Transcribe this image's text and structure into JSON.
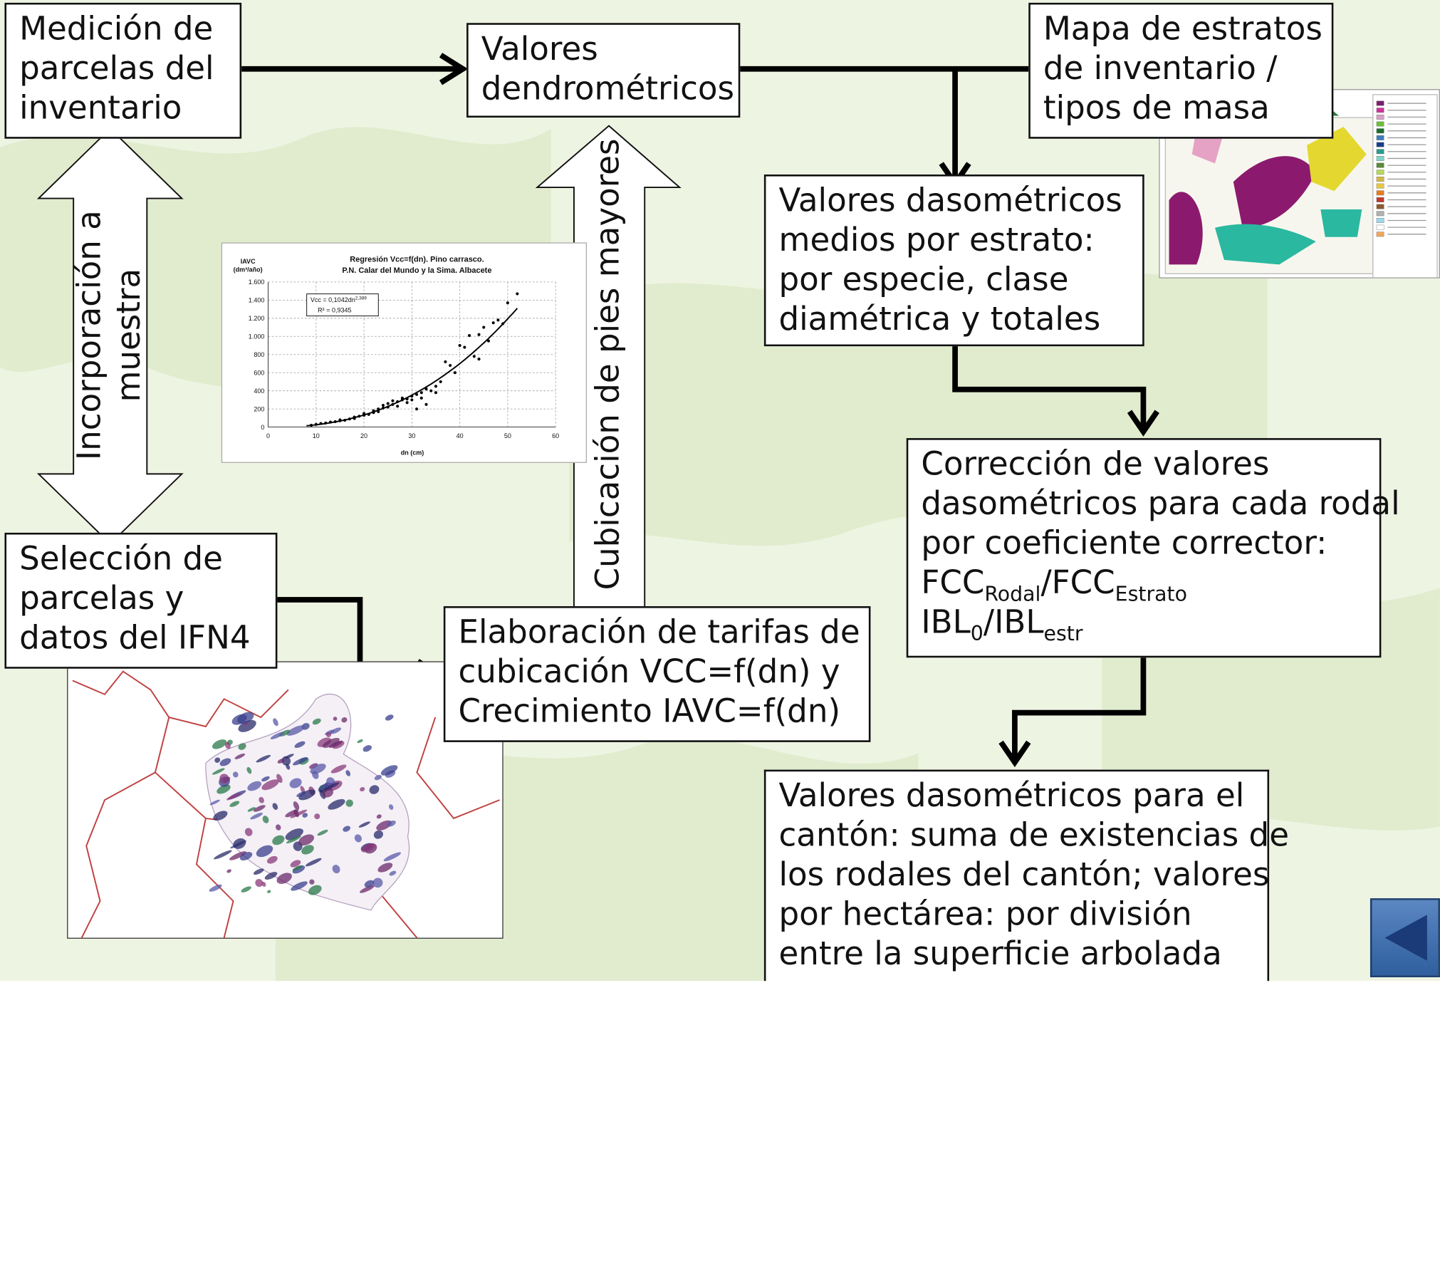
{
  "boxes": {
    "medicion": [
      "Medición de",
      "parcelas del",
      "inventario"
    ],
    "valores_dendro": [
      "Valores",
      "dendrométricos"
    ],
    "mapa_estratos": [
      "Mapa de estratos",
      "de inventario /",
      "tipos de masa"
    ],
    "valores_dasometricos_medios": [
      "Valores dasométricos",
      "medios por estrato:",
      "por especie,  clase",
      "diamétrica  y totales"
    ],
    "correccion": {
      "lines": [
        "Corrección de valores",
        "dasométricos para cada rodal",
        "por coeficiente corrector:"
      ],
      "fcc_a": "FCC",
      "fcc_a_sub": "Rodal",
      "sep1": "/",
      "fcc_b": "FCC",
      "fcc_b_sub": "Estrato",
      "ibl_a": "IBL",
      "ibl_a_sub": "0",
      "sep2": "/",
      "ibl_b": "IBL",
      "ibl_b_sub": "estr"
    },
    "seleccion": [
      "Selección de",
      "parcelas y",
      "datos del IFN4"
    ],
    "elaboracion": [
      "Elaboración de tarifas de",
      "cubicación VCC=f(dn) y",
      "Crecimiento IAVC=f(dn)"
    ],
    "valores_canton": [
      "Valores dasométricos para el",
      "cantón: suma de existencias de",
      "los rodales del cantón; valores",
      "por hectárea: por división",
      "entre la superficie arbolada"
    ]
  },
  "arrow_labels": {
    "incorporacion": [
      "Incorporación a",
      "muestra"
    ],
    "cubicacion": "Cubicación de pies mayores"
  },
  "chart_data": {
    "type": "scatter",
    "title": "Regresión Vcc=f(dn). Pino carrasco.",
    "subtitle": "P.N. Calar del Mundo  y la Sima. Albacete",
    "ylabel": "IAVC",
    "ylabel_unit": "(dm³/año)",
    "xlabel": "dn (cm)",
    "equation": "Vcc = 0,1042dn",
    "equation_exp": "2,389",
    "r2": "R² = 0,9345",
    "xlim": [
      0,
      60
    ],
    "ylim": [
      0,
      1600
    ],
    "x_ticks": [
      "0",
      "10",
      "20",
      "30",
      "40",
      "50",
      "60"
    ],
    "y_ticks": [
      "0",
      "200",
      "400",
      "600",
      "800",
      "1.000",
      "1.200",
      "1.400",
      "1.600"
    ],
    "grid": true,
    "trend_x": [
      8,
      10,
      15,
      20,
      25,
      30,
      35,
      40,
      45,
      50,
      52
    ],
    "points": [
      [
        9,
        20
      ],
      [
        10,
        30
      ],
      [
        11,
        40
      ],
      [
        12,
        45
      ],
      [
        13,
        55
      ],
      [
        14,
        60
      ],
      [
        15,
        70
      ],
      [
        15,
        80
      ],
      [
        16,
        75
      ],
      [
        17,
        90
      ],
      [
        18,
        110
      ],
      [
        18,
        95
      ],
      [
        19,
        120
      ],
      [
        20,
        130
      ],
      [
        20,
        150
      ],
      [
        21,
        140
      ],
      [
        22,
        180
      ],
      [
        22,
        160
      ],
      [
        23,
        200
      ],
      [
        23,
        170
      ],
      [
        24,
        210
      ],
      [
        24,
        240
      ],
      [
        25,
        220
      ],
      [
        25,
        260
      ],
      [
        26,
        250
      ],
      [
        26,
        290
      ],
      [
        27,
        280
      ],
      [
        27,
        230
      ],
      [
        28,
        300
      ],
      [
        28,
        320
      ],
      [
        29,
        310
      ],
      [
        29,
        270
      ],
      [
        30,
        340
      ],
      [
        30,
        300
      ],
      [
        31,
        360
      ],
      [
        31,
        200
      ],
      [
        32,
        380
      ],
      [
        32,
        320
      ],
      [
        33,
        250
      ],
      [
        33,
        420
      ],
      [
        34,
        400
      ],
      [
        35,
        450
      ],
      [
        35,
        380
      ],
      [
        36,
        500
      ],
      [
        37,
        720
      ],
      [
        38,
        680
      ],
      [
        39,
        600
      ],
      [
        40,
        900
      ],
      [
        41,
        880
      ],
      [
        42,
        1010
      ],
      [
        43,
        780
      ],
      [
        44,
        1020
      ],
      [
        45,
        1100
      ],
      [
        46,
        950
      ],
      [
        47,
        1150
      ],
      [
        48,
        1180
      ],
      [
        49,
        1140
      ],
      [
        44,
        750
      ],
      [
        50,
        1370
      ],
      [
        52,
        1470
      ]
    ]
  },
  "map_legend_items": [
    "#7a1f6e",
    "#cc3399",
    "#d8a0c8",
    "#6dbf3a",
    "#1e6b2e",
    "#3f7fbf",
    "#1a3f8c",
    "#2a9d8f",
    "#7fd6c8",
    "#5a8a3a",
    "#b7d957",
    "#d4b64a",
    "#e8c840",
    "#e67e22",
    "#c0392b",
    "#8e5a2b",
    "#b0b0b0",
    "#a0d8ef",
    "#ffffff",
    "#f2a65a"
  ],
  "nav": {
    "icon": "back-triangle-icon",
    "color": "#3a6db0"
  }
}
